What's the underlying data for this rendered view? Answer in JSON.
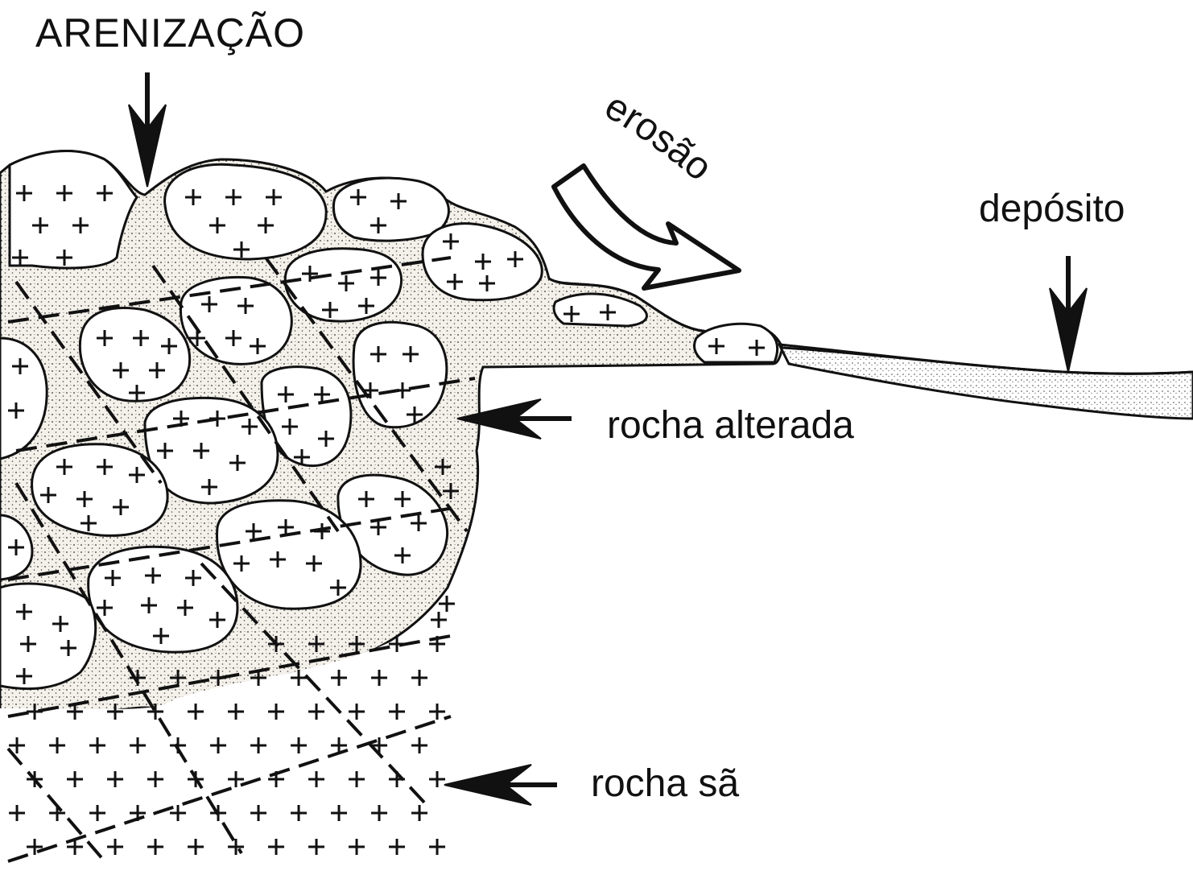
{
  "labels": {
    "arenizacao": "ARENIZAÇÃO",
    "erosao": "erosão",
    "deposito": "depósito",
    "rocha_alterada": "rocha alterada",
    "rocha_sa": "rocha sã"
  },
  "colors": {
    "ink": "#111111",
    "background": "#ffffff",
    "sand": "#f4f1ea"
  },
  "symbols": {
    "rock_glyph": "+"
  }
}
